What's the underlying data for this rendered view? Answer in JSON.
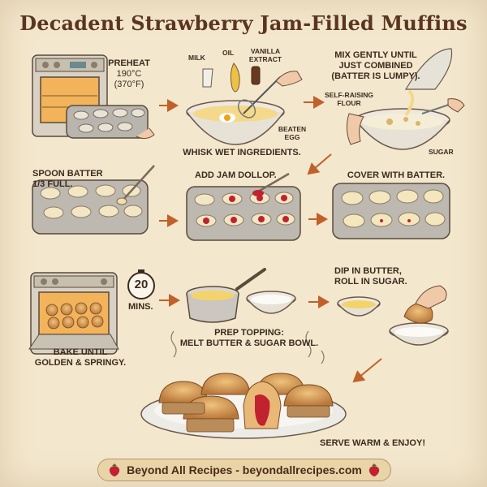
{
  "title": "Decadent Strawberry Jam-Filled Muffins",
  "steps": {
    "preheat": [
      "PREHEAT",
      "190°C",
      "(370°F)"
    ],
    "wet_labels": {
      "milk": "MILK",
      "oil": "OIL",
      "vanilla": "VANILLA\nEXTRACT",
      "egg": "BEATEN\nEGG"
    },
    "whisk": "WHISK WET INGREDIENTS.",
    "mix": "MIX GENTLY UNTIL\nJUST COMBINED\n(BATTER IS LUMPY).",
    "dry_labels": {
      "flour": "SELF-RAISING\nFLOUR",
      "sugar": "SUGAR"
    },
    "spoon": "SPOON BATTER\n1/3 FULL.",
    "jam": "ADD JAM DOLLOP.",
    "cover": "COVER WITH BATTER.",
    "timer": {
      "value": "20",
      "unit": "MINS."
    },
    "bake": "BAKE UNTIL\nGOLDEN & SPRINGY.",
    "topping": "PREP TOPPING:\nMELT BUTTER & SUGAR BOWL.",
    "dip": "DIP IN BUTTER,\nROLL IN SUGAR.",
    "serve": "SERVE WARM & ENJOY!"
  },
  "footer": "Beyond All Recipes - beyondallrecipes.com",
  "colors": {
    "paper": "#f3e7cd",
    "ink": "#3c2a1e",
    "title": "#5a3520",
    "jam": "#c0222f",
    "muffin": "#d49a55",
    "arrow": "#c0602a"
  }
}
